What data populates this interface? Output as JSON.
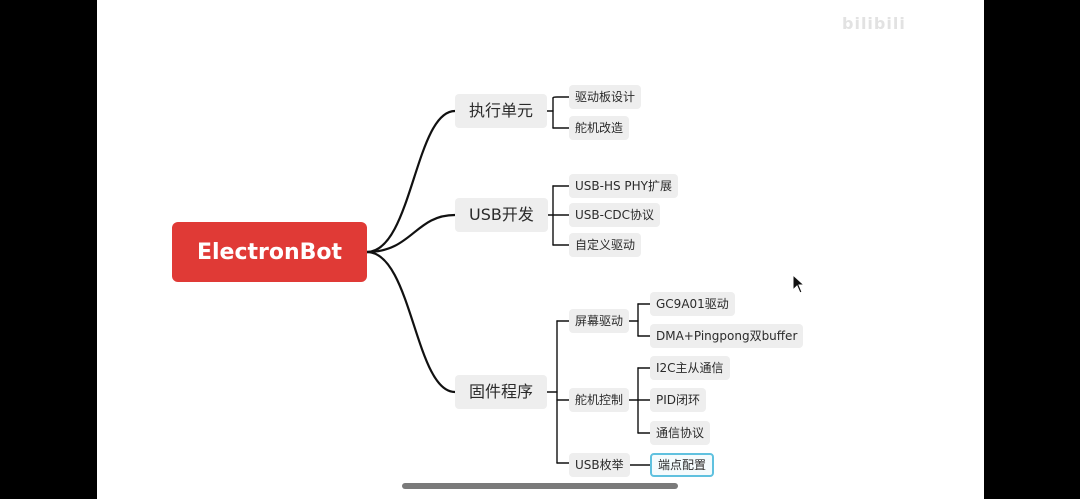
{
  "watermark": "bilibili",
  "mindmap": {
    "root": "ElectronBot",
    "branches": [
      {
        "label": "执行单元",
        "children": [
          {
            "label": "驱动板设计"
          },
          {
            "label": "舵机改造"
          }
        ]
      },
      {
        "label": "USB开发",
        "children": [
          {
            "label": "USB-HS PHY扩展"
          },
          {
            "label": "USB-CDC协议"
          },
          {
            "label": "自定义驱动"
          }
        ]
      },
      {
        "label": "固件程序",
        "children": [
          {
            "label": "屏幕驱动",
            "children": [
              {
                "label": "GC9A01驱动"
              },
              {
                "label": "DMA+Pingpong双buffer"
              }
            ]
          },
          {
            "label": "舵机控制",
            "children": [
              {
                "label": "I2C主从通信"
              },
              {
                "label": "PID闭环"
              },
              {
                "label": "通信协议"
              }
            ]
          },
          {
            "label": "USB枚举",
            "children": [
              {
                "label": "端点配置"
              }
            ]
          }
        ]
      }
    ]
  }
}
